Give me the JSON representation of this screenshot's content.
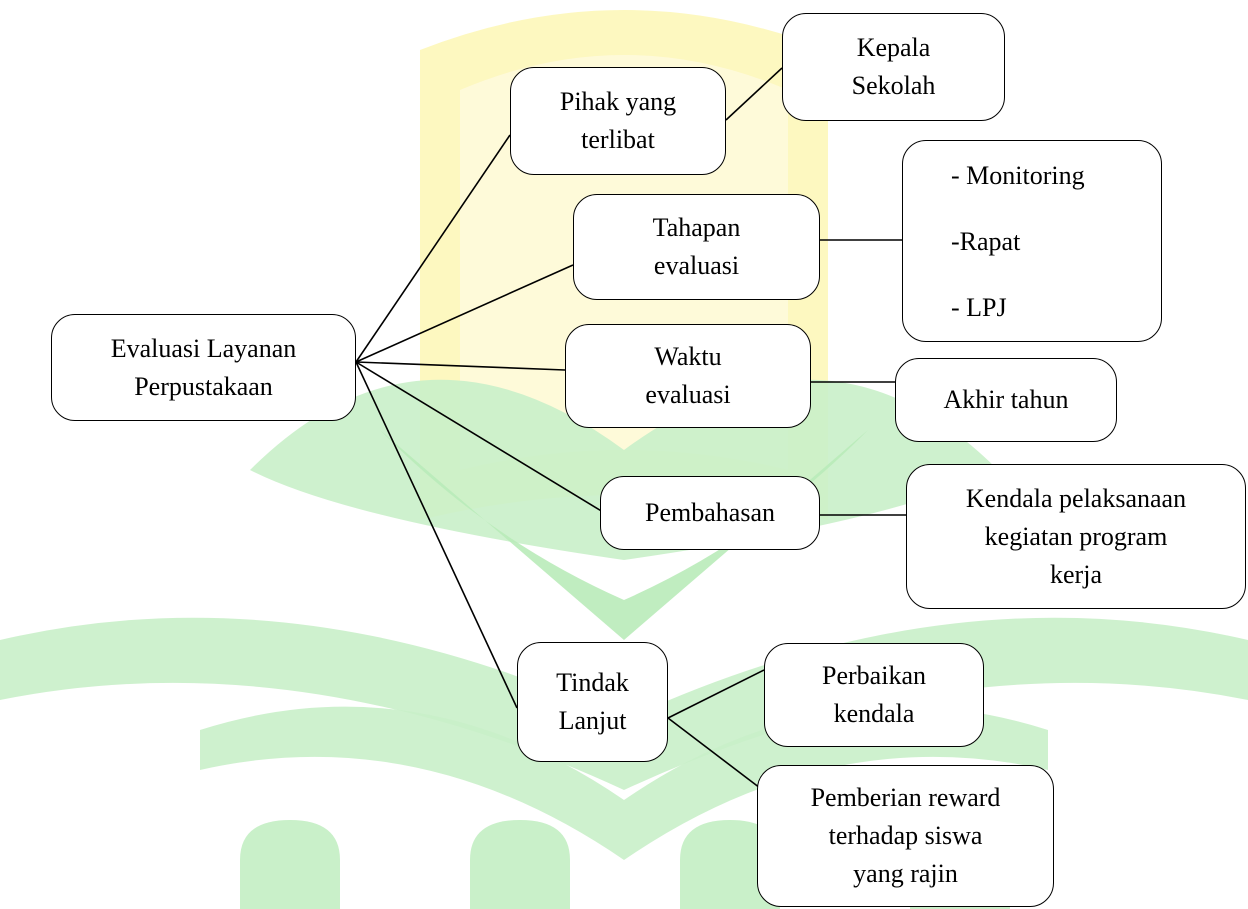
{
  "diagram": {
    "root": {
      "lines": [
        "Evaluasi Layanan",
        "Perpustakaan"
      ]
    },
    "branches": [
      {
        "id": "pihak",
        "lines": [
          "Pihak yang",
          "terlibat"
        ]
      },
      {
        "id": "tahapan",
        "lines": [
          "Tahapan",
          "evaluasi"
        ]
      },
      {
        "id": "waktu",
        "lines": [
          "Waktu",
          "evaluasi"
        ]
      },
      {
        "id": "pembahasan",
        "lines": [
          "Pembahasan"
        ]
      },
      {
        "id": "tindak",
        "lines": [
          "Tindak",
          "Lanjut"
        ]
      }
    ],
    "leaves": [
      {
        "id": "kepala",
        "lines": [
          "Kepala",
          "Sekolah"
        ]
      },
      {
        "id": "tahapan-list",
        "lines": [
          "- Monitoring",
          "-Rapat",
          "- LPJ"
        ]
      },
      {
        "id": "akhir",
        "lines": [
          "Akhir tahun"
        ]
      },
      {
        "id": "kendala",
        "lines": [
          "Kendala pelaksanaan",
          "kegiatan program",
          "kerja"
        ]
      },
      {
        "id": "perbaikan",
        "lines": [
          "Perbaikan",
          "kendala"
        ]
      },
      {
        "id": "reward",
        "lines": [
          "Pemberian reward",
          "terhadap siswa",
          "yang rajin"
        ]
      }
    ]
  },
  "colors": {
    "watermark_green": "#c9f0c9",
    "watermark_yellow": "#fdf6b0",
    "stroke": "#000000"
  }
}
